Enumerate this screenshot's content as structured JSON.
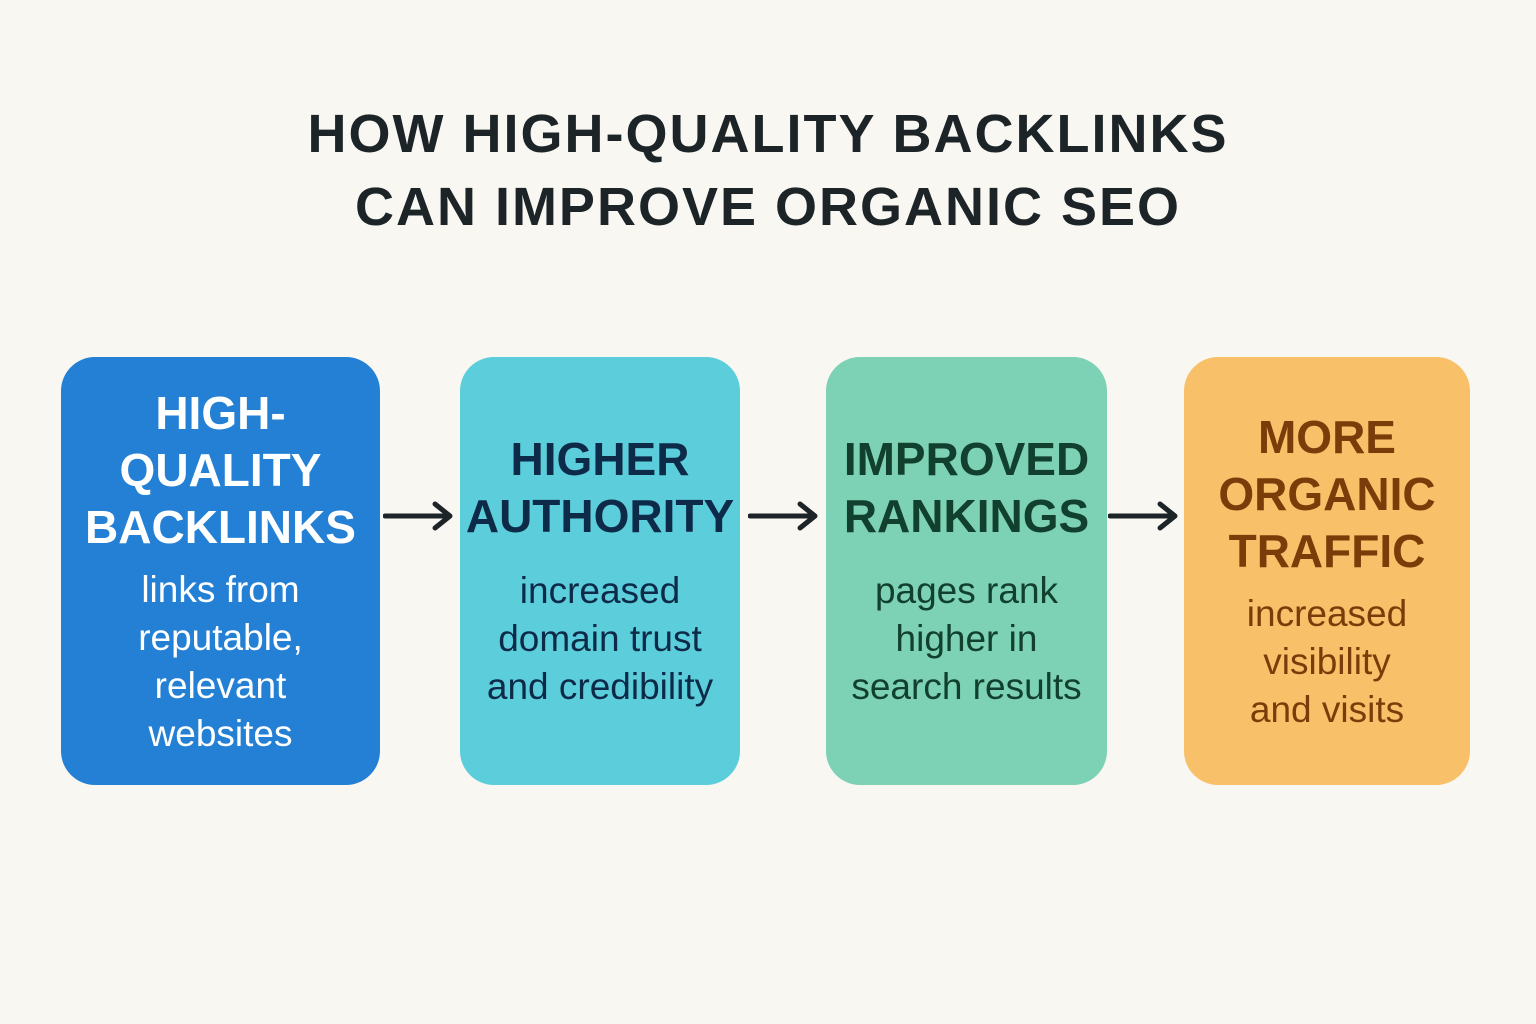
{
  "title": {
    "lines": [
      "HOW HIGH-QUALITY BACKLINKS",
      "CAN IMPROVE ORGANIC SEO"
    ]
  },
  "steps": [
    {
      "heading": [
        "HIGH-",
        "QUALITY",
        "BACKLINKS"
      ],
      "description": [
        "links from",
        "reputable,",
        "relevant",
        "websites"
      ],
      "color": "#2480d4",
      "text_color": "#ffffff"
    },
    {
      "heading": [
        "HIGHER",
        "AUTHORITY"
      ],
      "description": [
        "increased",
        "domain trust",
        "and credibility"
      ],
      "color": "#5ccdda",
      "text_color": "#0d2a48"
    },
    {
      "heading": [
        "IMPROVED",
        "RANKINGS"
      ],
      "description": [
        "pages rank",
        "higher in",
        "search results"
      ],
      "color": "#7dd1b5",
      "text_color": "#12402e"
    },
    {
      "heading": [
        "MORE",
        "ORGANIC",
        "TRAFFIC"
      ],
      "description": [
        "increased",
        "visibility",
        "and visits"
      ],
      "color": "#f8c068",
      "text_color": "#7a3d0a"
    }
  ],
  "arrow_color": "#1c2428"
}
